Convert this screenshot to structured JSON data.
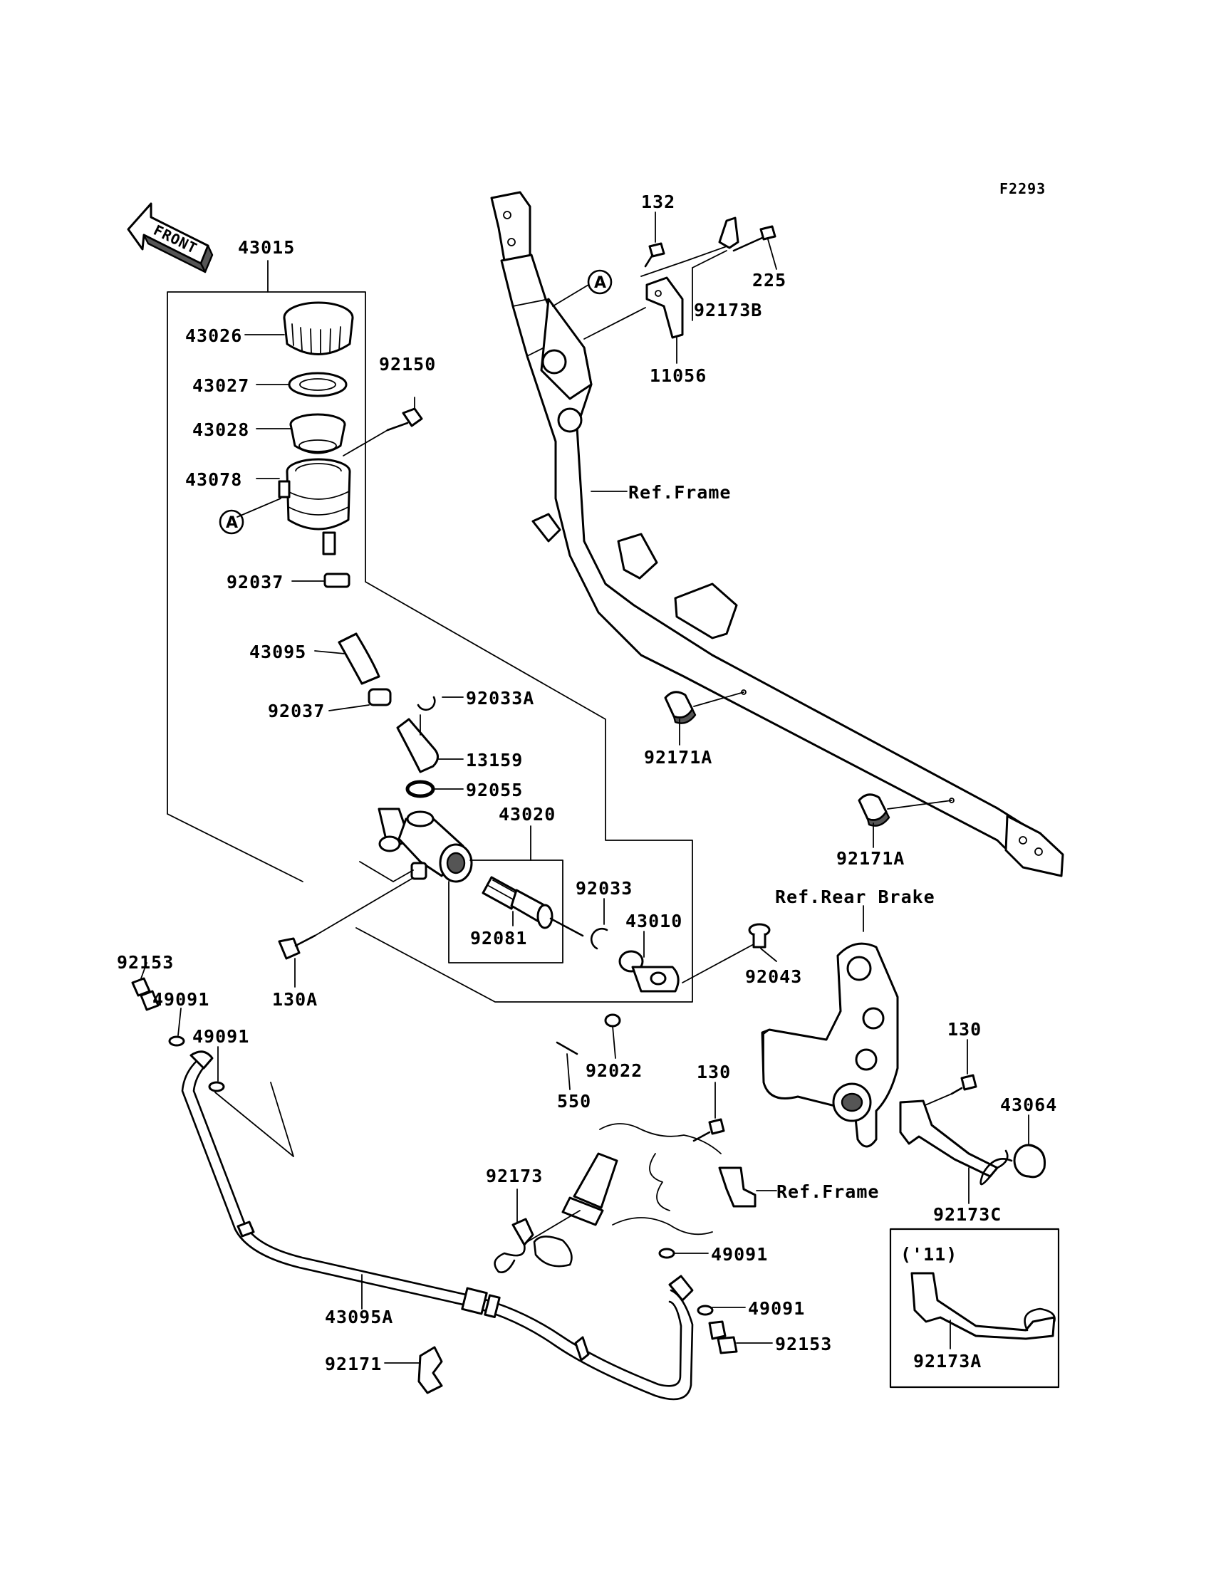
{
  "diagram_code": "F2293",
  "front_arrow": "FRONT",
  "ref_labels": {
    "frame_upper": "Ref.Frame",
    "frame_lower": "Ref.Frame",
    "rear_brake": "Ref.Rear Brake"
  },
  "callout": "A",
  "inset_year": "('11)",
  "parts": {
    "p43015": "43015",
    "p43026": "43026",
    "p43027": "43027",
    "p43028": "43028",
    "p43078": "43078",
    "p92150": "92150",
    "p92037a": "92037",
    "p43095": "43095",
    "p92037b": "92037",
    "p92033A": "92033A",
    "p13159": "13159",
    "p92055": "92055",
    "p43020": "43020",
    "p92033": "92033",
    "p43010": "43010",
    "p92081": "92081",
    "p130A": "130A",
    "p92043": "92043",
    "p92022": "92022",
    "p550": "550",
    "p92153a": "92153",
    "p49091a": "49091",
    "p49091b": "49091",
    "p43095A": "43095A",
    "p92171": "92171",
    "p92173": "92173",
    "p130b": "130",
    "p49091c": "49091",
    "p49091d": "49091",
    "p92153b": "92153",
    "p130c": "130",
    "p43064": "43064",
    "p92173C": "92173C",
    "p92173A": "92173A",
    "p132": "132",
    "p225": "225",
    "p92173B": "92173B",
    "p11056": "11056",
    "p92171Aa": "92171A",
    "p92171Ab": "92171A"
  }
}
